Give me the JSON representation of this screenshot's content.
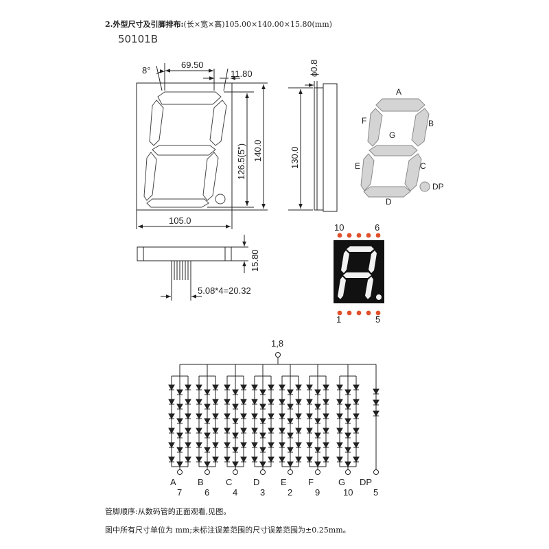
{
  "header": {
    "title_bold": "2.外型尺寸及引脚排布:",
    "title_rest": "(长×宽×高)105.00×140.00×15.80(mm)",
    "model": "50101B"
  },
  "front_view": {
    "angle": "8°",
    "top_width": "69.50",
    "offset": "11.80",
    "height_inner": "126.5(5\")",
    "height_total": "140.0",
    "width": "105.0"
  },
  "side_view": {
    "pin_diameter": "ϕ0.8",
    "height": "130.0"
  },
  "bottom_view": {
    "thickness": "15.80",
    "pin_pitch": "5.08*4=20.32"
  },
  "segment_labels": {
    "A": "A",
    "B": "B",
    "C": "C",
    "D": "D",
    "E": "E",
    "F": "F",
    "G": "G",
    "DP": "DP"
  },
  "pin_layout": {
    "top_left": "10",
    "top_right": "6",
    "bottom_left": "1",
    "bottom_right": "5",
    "pin_dot_color": "#e0502a"
  },
  "schematic": {
    "common": "1,8",
    "channels": [
      {
        "seg": "A",
        "pin": "7"
      },
      {
        "seg": "B",
        "pin": "6"
      },
      {
        "seg": "C",
        "pin": "4"
      },
      {
        "seg": "D",
        "pin": "3"
      },
      {
        "seg": "E",
        "pin": "2"
      },
      {
        "seg": "F",
        "pin": "9"
      },
      {
        "seg": "G",
        "pin": "10"
      },
      {
        "seg": "DP",
        "pin": "5"
      }
    ]
  },
  "notes": {
    "pin_order": "管脚顺序:从数码管的正面观看,见图。",
    "units": "图中所有尺寸单位为 mm;未标注误差范围的尺寸误差范围为±0.25mm。"
  }
}
